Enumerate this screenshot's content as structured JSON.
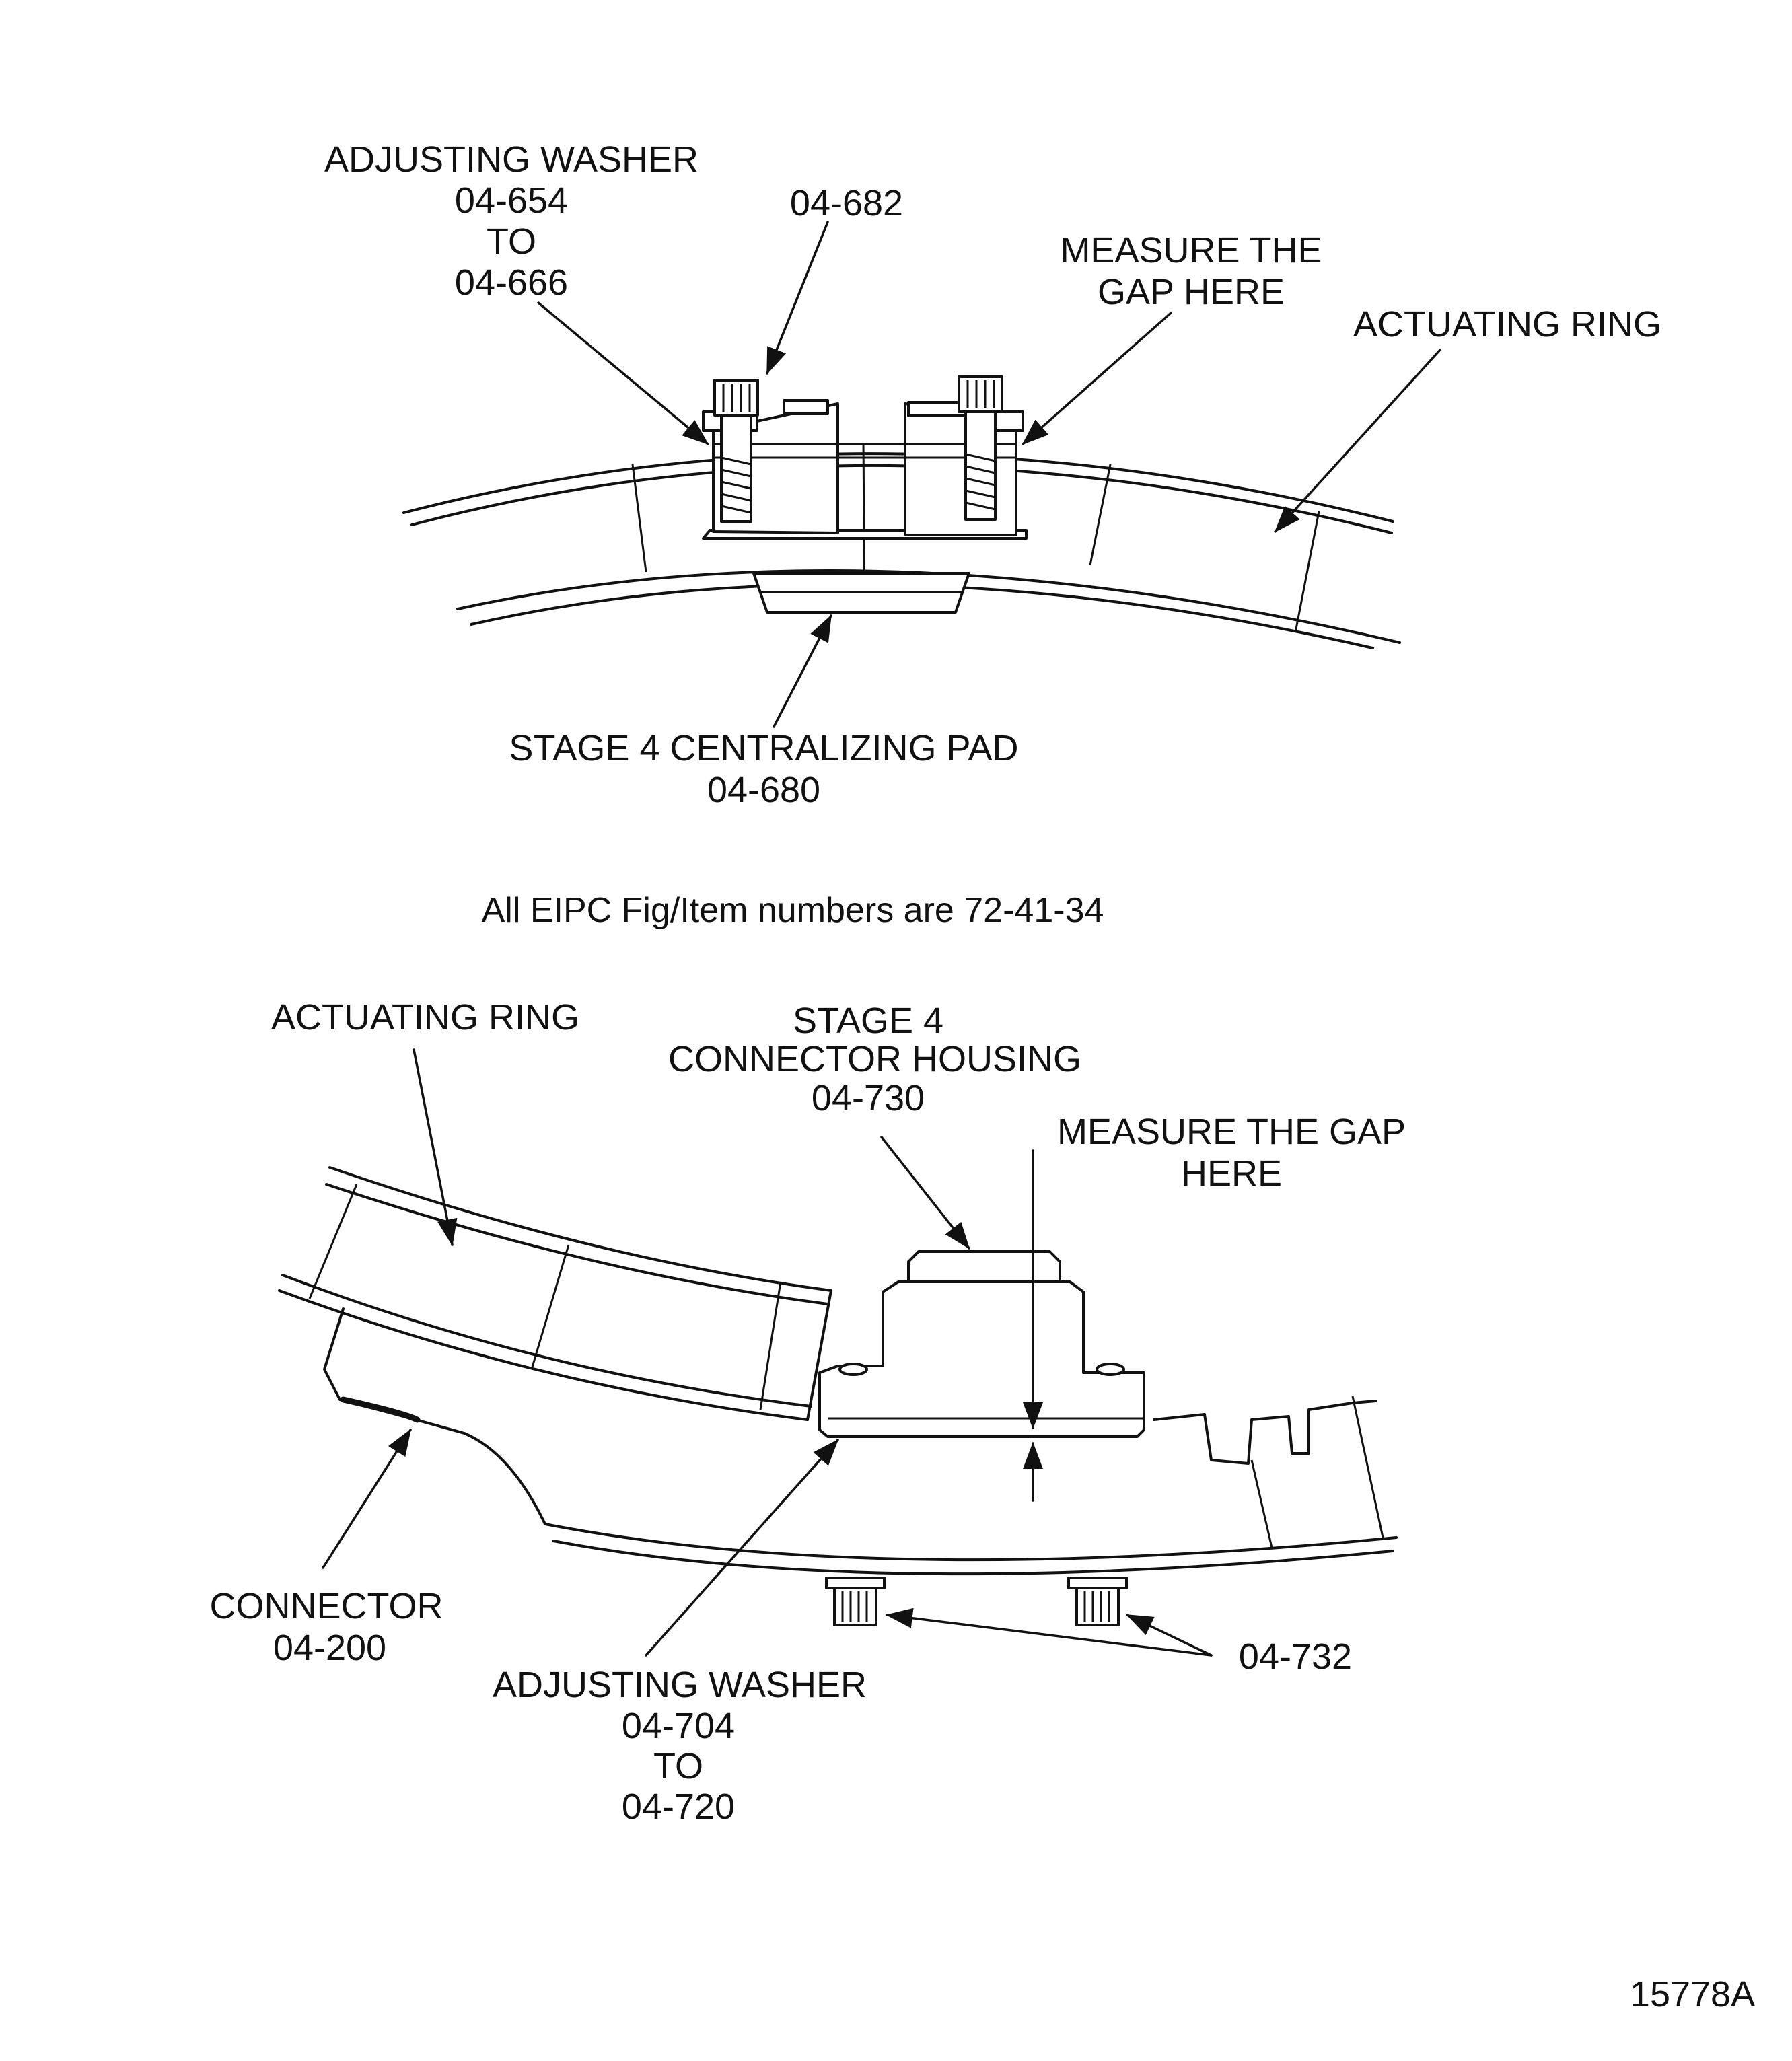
{
  "top_view": {
    "adjusting_washer_label": "ADJUSTING WASHER",
    "adjusting_washer_from": "04-654",
    "adjusting_washer_to_word": "TO",
    "adjusting_washer_to": "04-666",
    "bolt_ref": "04-682",
    "measure_gap_line1": "MEASURE THE",
    "measure_gap_line2": "GAP HERE",
    "actuating_ring_label": "ACTUATING RING",
    "pad_label": "STAGE 4 CENTRALIZING PAD",
    "pad_ref": "04-680"
  },
  "note": "All EIPC Fig/Item numbers are 72-41-34",
  "bottom_view": {
    "actuating_ring_label": "ACTUATING RING",
    "housing_line1": "STAGE 4",
    "housing_line2": "CONNECTOR HOUSING",
    "housing_ref": "04-730",
    "measure_gap_line1": "MEASURE THE GAP",
    "measure_gap_line2": "HERE",
    "connector_label": "CONNECTOR",
    "connector_ref": "04-200",
    "adjusting_washer_label": "ADJUSTING WASHER",
    "adjusting_washer_from": "04-704",
    "adjusting_washer_to_word": "TO",
    "adjusting_washer_to": "04-720",
    "nut_ref": "04-732"
  },
  "figure_id": "15778A"
}
